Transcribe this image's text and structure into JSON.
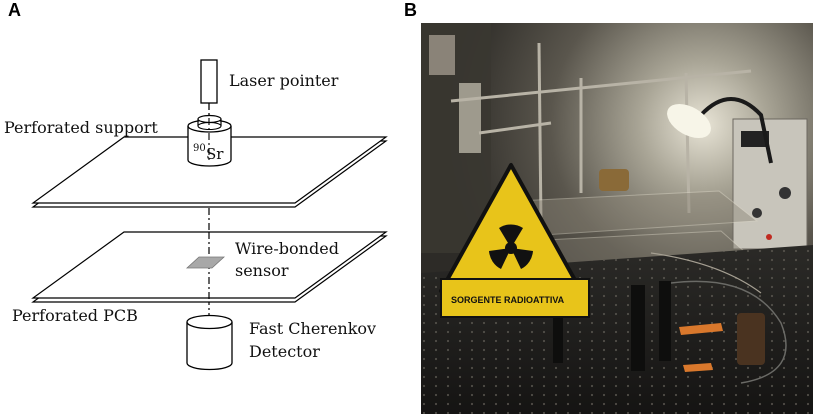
{
  "panel_a": {
    "letter": "A",
    "labels": {
      "laser": "Laser pointer",
      "support": "Perforated support",
      "source_mass": "90",
      "source_element": "Sr",
      "sensor_line1": "Wire-bonded",
      "sensor_line2": "sensor",
      "pcb": "Perforated PCB",
      "detector_line1": "Fast Cherenkov",
      "detector_line2": "Detector"
    }
  },
  "panel_b": {
    "letter": "B",
    "warning_sign_text": "SORGENTE RADIOATTIVA"
  }
}
